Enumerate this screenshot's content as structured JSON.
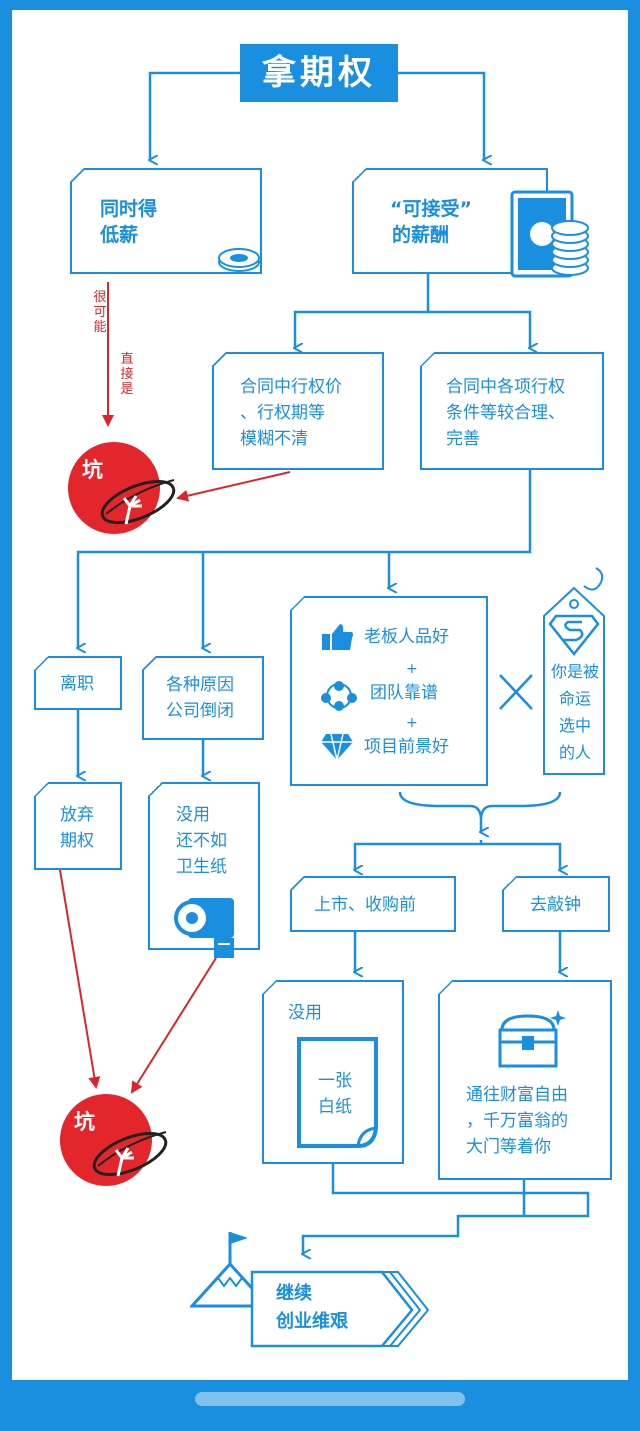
{
  "title": "拿期权",
  "nodes": {
    "low_salary": [
      "同时得",
      "低薪"
    ],
    "acceptable": [
      "“可接受”",
      "的薪酬"
    ],
    "vague": [
      "合同中行权价",
      "、行权期等",
      "模糊不清"
    ],
    "reasonable": [
      "合同中各项行权",
      "条件等较合理、",
      "完善"
    ],
    "resign": "离职",
    "bankrupt": [
      "各种原因",
      "公司倒闭"
    ],
    "give_up": [
      "放弃",
      "期权"
    ],
    "useless": [
      "没用",
      "还不如",
      "卫生纸"
    ],
    "conditions": [
      "老板人品好",
      "+",
      "团队靠谱",
      "+",
      "项目前景好"
    ],
    "chosen": [
      "你是被",
      "命运",
      "选中",
      "的人"
    ],
    "pre_ipo": "上市、收购前",
    "ring_bell": "去敲钟",
    "blank_paper_box": "没用",
    "blank_paper": [
      "一张",
      "白纸"
    ],
    "wealth": [
      "通往财富自由",
      "，千万富翁的",
      "大门等着你"
    ],
    "continue": [
      "继续",
      "创业维艰"
    ]
  },
  "annotations": {
    "very_likely": [
      "很",
      "可",
      "能"
    ],
    "directly": [
      "直",
      "接",
      "是"
    ],
    "pit": "坑"
  },
  "colors": {
    "accent": "#1a8fe0",
    "red": "#d9262b"
  }
}
